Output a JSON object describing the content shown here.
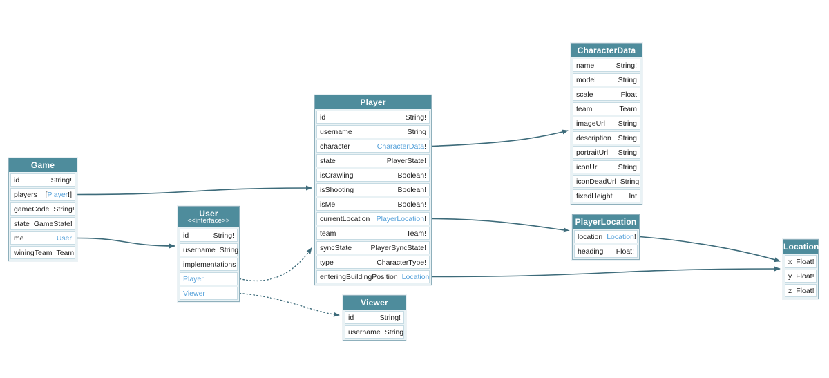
{
  "colors": {
    "header_bg": "#4e8c9c",
    "header_text": "#ffffff",
    "node_bg": "#e9f2f5",
    "node_border": "#8fb0bc",
    "row_bg": "#ffffff",
    "row_border": "#c6dbe3",
    "text": "#1c1c1c",
    "link": "#55a1da",
    "edge": "#3d6b7a",
    "canvas_bg": "#ffffff"
  },
  "tables": [
    {
      "id": "Game",
      "title": "Game",
      "subtitle": null,
      "fields": [
        {
          "label": "id",
          "value": [
            {
              "t": "String!"
            }
          ]
        },
        {
          "label": "players",
          "value": [
            {
              "t": "["
            },
            {
              "t": "Player",
              "link": true
            },
            {
              "t": "!]"
            }
          ]
        },
        {
          "label": "gameCode",
          "value": [
            {
              "t": "String!"
            }
          ]
        },
        {
          "label": "state",
          "value": [
            {
              "t": "GameState!"
            }
          ]
        },
        {
          "label": "me",
          "value": [
            {
              "t": "User",
              "link": true
            }
          ]
        },
        {
          "label": "winingTeam",
          "value": [
            {
              "t": "Team"
            }
          ]
        }
      ]
    },
    {
      "id": "User",
      "title": "User",
      "subtitle": "<<interface>>",
      "fields": [
        {
          "label": "id",
          "value": [
            {
              "t": "String!"
            }
          ]
        },
        {
          "label": "username",
          "value": [
            {
              "t": "String"
            }
          ]
        },
        {
          "label": "implementations"
        },
        {
          "label": "Player",
          "label_link": true
        },
        {
          "label": "Viewer",
          "label_link": true
        }
      ]
    },
    {
      "id": "Player",
      "title": "Player",
      "subtitle": null,
      "fields": [
        {
          "label": "id",
          "value": [
            {
              "t": "String!"
            }
          ]
        },
        {
          "label": "username",
          "value": [
            {
              "t": "String"
            }
          ]
        },
        {
          "label": "character",
          "value": [
            {
              "t": "CharacterData",
              "link": true
            },
            {
              "t": "!"
            }
          ]
        },
        {
          "label": "state",
          "value": [
            {
              "t": "PlayerState!"
            }
          ]
        },
        {
          "label": "isCrawling",
          "value": [
            {
              "t": "Boolean!"
            }
          ]
        },
        {
          "label": "isShooting",
          "value": [
            {
              "t": "Boolean!"
            }
          ]
        },
        {
          "label": "isMe",
          "value": [
            {
              "t": "Boolean!"
            }
          ]
        },
        {
          "label": "currentLocation",
          "value": [
            {
              "t": "PlayerLocation",
              "link": true
            },
            {
              "t": "!"
            }
          ]
        },
        {
          "label": "team",
          "value": [
            {
              "t": "Team!"
            }
          ]
        },
        {
          "label": "syncState",
          "value": [
            {
              "t": "PlayerSyncState!"
            }
          ]
        },
        {
          "label": "type",
          "value": [
            {
              "t": "CharacterType!"
            }
          ]
        },
        {
          "label": "enteringBuildingPosition",
          "value": [
            {
              "t": "Location",
              "link": true
            }
          ]
        }
      ]
    },
    {
      "id": "Viewer",
      "title": "Viewer",
      "subtitle": null,
      "fields": [
        {
          "label": "id",
          "value": [
            {
              "t": "String!"
            }
          ]
        },
        {
          "label": "username",
          "value": [
            {
              "t": "String"
            }
          ]
        }
      ]
    },
    {
      "id": "CharacterData",
      "title": "CharacterData",
      "subtitle": null,
      "fields": [
        {
          "label": "name",
          "value": [
            {
              "t": "String!"
            }
          ]
        },
        {
          "label": "model",
          "value": [
            {
              "t": "String"
            }
          ]
        },
        {
          "label": "scale",
          "value": [
            {
              "t": "Float"
            }
          ]
        },
        {
          "label": "team",
          "value": [
            {
              "t": "Team"
            }
          ]
        },
        {
          "label": "imageUrl",
          "value": [
            {
              "t": "String"
            }
          ]
        },
        {
          "label": "description",
          "value": [
            {
              "t": "String"
            }
          ]
        },
        {
          "label": "portraitUrl",
          "value": [
            {
              "t": "String"
            }
          ]
        },
        {
          "label": "iconUrl",
          "value": [
            {
              "t": "String"
            }
          ]
        },
        {
          "label": "iconDeadUrl",
          "value": [
            {
              "t": "String"
            }
          ]
        },
        {
          "label": "fixedHeight",
          "value": [
            {
              "t": "Int"
            }
          ]
        }
      ]
    },
    {
      "id": "PlayerLocation",
      "title": "PlayerLocation",
      "subtitle": null,
      "fields": [
        {
          "label": "location",
          "value": [
            {
              "t": "Location",
              "link": true
            },
            {
              "t": "!"
            }
          ]
        },
        {
          "label": "heading",
          "value": [
            {
              "t": "Float!"
            }
          ]
        }
      ]
    },
    {
      "id": "Location",
      "title": "Location",
      "subtitle": null,
      "fields": [
        {
          "label": "x",
          "value": [
            {
              "t": "Float!"
            }
          ]
        },
        {
          "label": "y",
          "value": [
            {
              "t": "Float!"
            }
          ]
        },
        {
          "label": "z",
          "value": [
            {
              "t": "Float!"
            }
          ]
        }
      ]
    }
  ],
  "edges": [
    {
      "from": "Game.players",
      "to": "Player",
      "style": "solid"
    },
    {
      "from": "Game.me",
      "to": "User",
      "style": "solid"
    },
    {
      "from": "User.Player",
      "to": "Player",
      "style": "dotted"
    },
    {
      "from": "User.Viewer",
      "to": "Viewer",
      "style": "dotted"
    },
    {
      "from": "Player.character",
      "to": "CharacterData",
      "style": "solid"
    },
    {
      "from": "Player.currentLocation",
      "to": "PlayerLocation",
      "style": "solid"
    },
    {
      "from": "Player.enteringBuildingPosition",
      "to": "Location",
      "style": "solid"
    },
    {
      "from": "PlayerLocation.location",
      "to": "Location",
      "style": "solid"
    }
  ]
}
